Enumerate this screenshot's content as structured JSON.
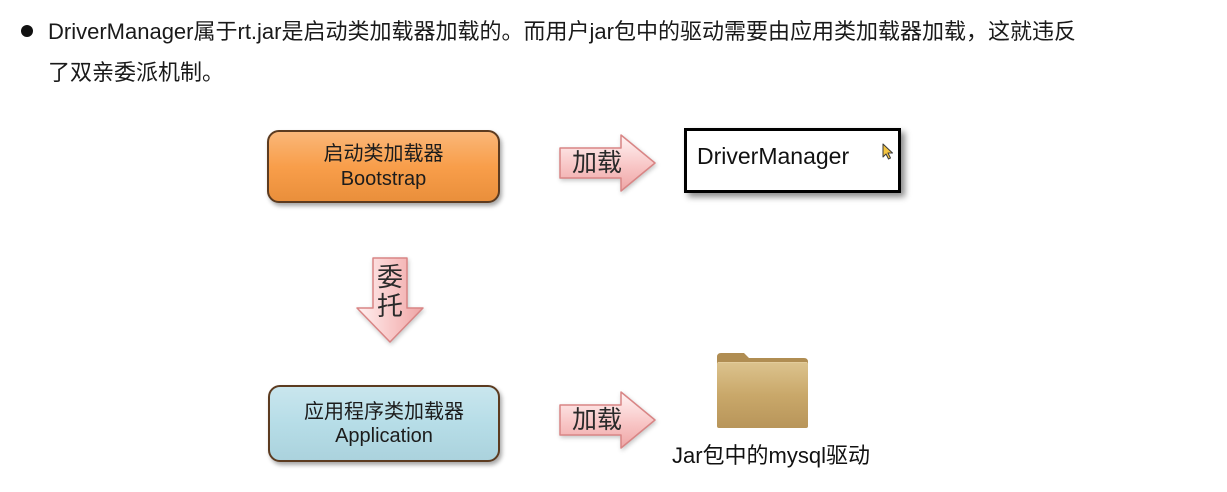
{
  "slide": {
    "bullet_icon": "bullet-dot-icon",
    "bullet_lines": [
      "DriverManager属于rt.jar是启动类加载器加载的。而用户jar包中的驱动需要由应用类加载器加载，这就违反",
      "了双亲委派机制。"
    ]
  },
  "diagram": {
    "bootstrap_loader": {
      "name": "启动类加载器",
      "english_name": "Bootstrap"
    },
    "application_loader": {
      "name": "应用程序类加载器",
      "english_name": "Application"
    },
    "top_load_arrow": {
      "label": "加载",
      "icon": "right-arrow-icon"
    },
    "delegate_arrow": {
      "label": "委托",
      "icon": "down-arrow-icon"
    },
    "bottom_load_arrow": {
      "label": "加载",
      "icon": "right-arrow-icon"
    },
    "driver_manager_box": {
      "label": "DriverManager"
    },
    "jar_driver": {
      "icon": "folder-icon",
      "caption": "Jar包中的mysql驱动"
    },
    "mouse_cursor": {
      "icon": "mouse-pointer-icon"
    }
  },
  "colors": {
    "bootstrap_fill": "#f8983f",
    "application_fill": "#b2dbe6",
    "loader_border": "#5c3b20",
    "arrow_fill": "#f8c6c6",
    "arrow_stroke": "#d98585",
    "folder_fill": "#c9a86a",
    "text": "#1a1a1a"
  }
}
